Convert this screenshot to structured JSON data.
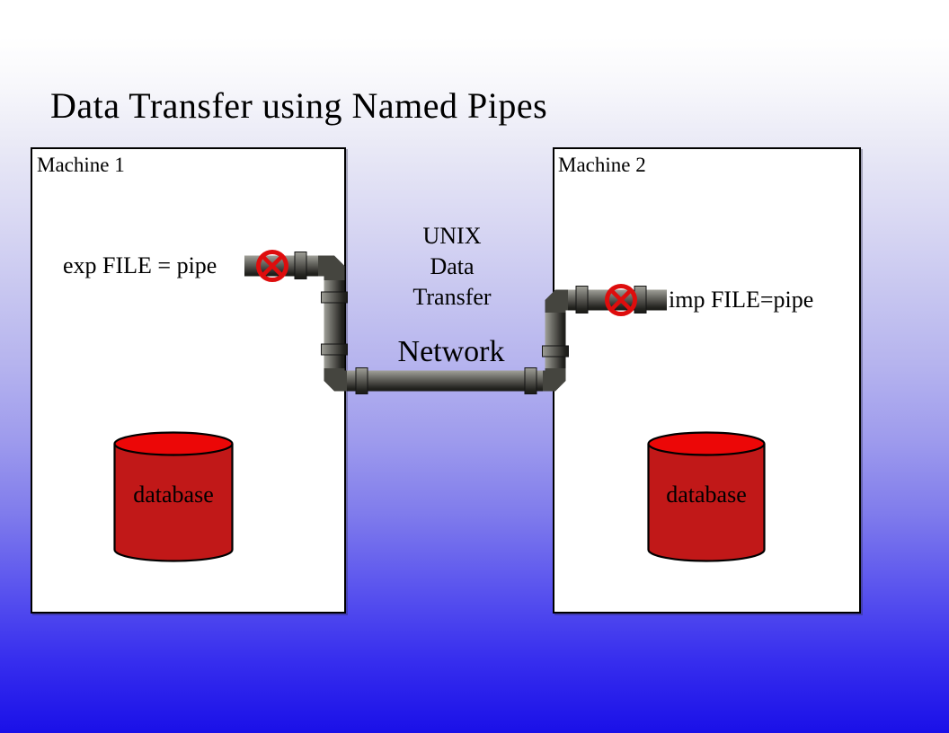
{
  "slide": {
    "title": "Data Transfer using Named Pipes"
  },
  "machine1": {
    "label": "Machine 1",
    "export_command": "exp FILE = pipe",
    "database_label": "database"
  },
  "machine2": {
    "label": "Machine 2",
    "import_command": "imp FILE=pipe",
    "database_label": "database"
  },
  "network": {
    "method_lines": [
      "UNIX",
      "Data",
      "Transfer"
    ],
    "label": "Network"
  },
  "colors": {
    "pipe_elbow": "#45453f",
    "pipe_light": "#a0a098",
    "pipe_dark": "#1b1b17",
    "valve_red": "#de0d0d",
    "database_body": "#c11818",
    "database_top": "#ec0707",
    "box_border": "#000000",
    "background_top": "#ffffff",
    "background_bottom": "#1a10e8"
  }
}
